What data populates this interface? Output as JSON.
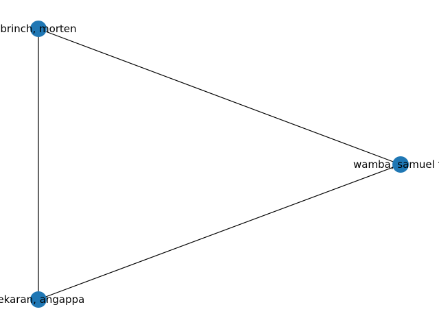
{
  "graph": {
    "nodes": [
      {
        "id": "n1",
        "label": "brinch, morten"
      },
      {
        "id": "n2",
        "label": "wamba, samuel fo"
      },
      {
        "id": "n3",
        "label": "sekaran, angappa"
      }
    ],
    "edges": [
      {
        "source": "n1",
        "target": "n2"
      },
      {
        "source": "n1",
        "target": "n3"
      },
      {
        "source": "n2",
        "target": "n3"
      }
    ],
    "colors": {
      "node": "#1f77b4",
      "edge": "#000000",
      "label": "#000000"
    }
  }
}
